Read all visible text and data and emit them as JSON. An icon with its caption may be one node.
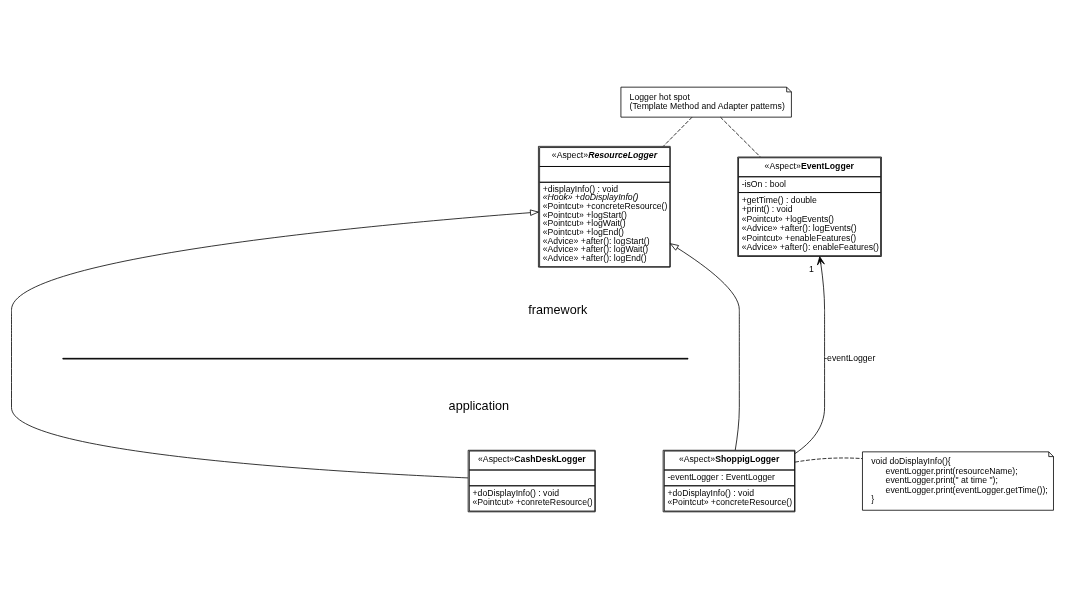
{
  "diagram": {
    "nodes": [
      {
        "text": [
          "Logger hot spot",
          "(Template Method and Adapter patterns)"
        ]
      },
      {
        "text": [
          "«Aspect»",
          "ResourceLogger",
          "+displayInfo() : void",
          "«Hook» +doDisplayInfo()",
          "«Pointcut» +concreteResource()",
          "«Pointcut» +logStart()",
          "«Pointcut» +logWait()",
          "«Pointcut» +logEnd()",
          "«Advice» +after(): logStart()",
          "«Advice» +after(): logWait()",
          "«Advice» +after(): logEnd()"
        ]
      },
      {
        "text": [
          "«Aspect»",
          "EventLogger",
          "-isOn : bool",
          "+getTime() : double",
          "+print() : void",
          "«Pointcut» +logEvents()",
          "«Advice» +after(): logEvents()",
          "«Pointcut» +enableFeatures()",
          "«Advice» +after(): enableFeatures()"
        ]
      },
      {
        "text": [
          "«Aspect»",
          "CashDeskLogger",
          "+doDisplayInfo() : void",
          "«Pointcut» +conreteResource()"
        ]
      },
      {
        "text": [
          "«Aspect»",
          "ShoppigLogger",
          "-eventLogger : EventLogger",
          "+doDisplayInfo() : void",
          "«Pointcut» +concreteResource()"
        ]
      },
      {
        "text": [
          "void doDisplayInfo(){",
          "eventLogger.print(resourceName);",
          "eventLogger.print(\" at time \");",
          "eventLogger.print(eventLogger.getTime());",
          "}"
        ]
      }
    ],
    "edges": [
      {
        "from": 0,
        "to": 1,
        "arrow": "none",
        "style": "dashed"
      },
      {
        "from": 0,
        "to": 2,
        "arrow": "none",
        "style": "dashed"
      },
      {
        "from": 3,
        "to": 1,
        "arrow": "to"
      },
      {
        "from": 4,
        "to": 1,
        "arrow": "to"
      },
      {
        "from": 4,
        "to": 2,
        "arrow": "to",
        "label": "-eventLogger"
      },
      {
        "from": 4,
        "to": 5,
        "arrow": "none",
        "style": "dashed"
      }
    ],
    "labels": [
      "framework",
      "application",
      "1"
    ]
  }
}
